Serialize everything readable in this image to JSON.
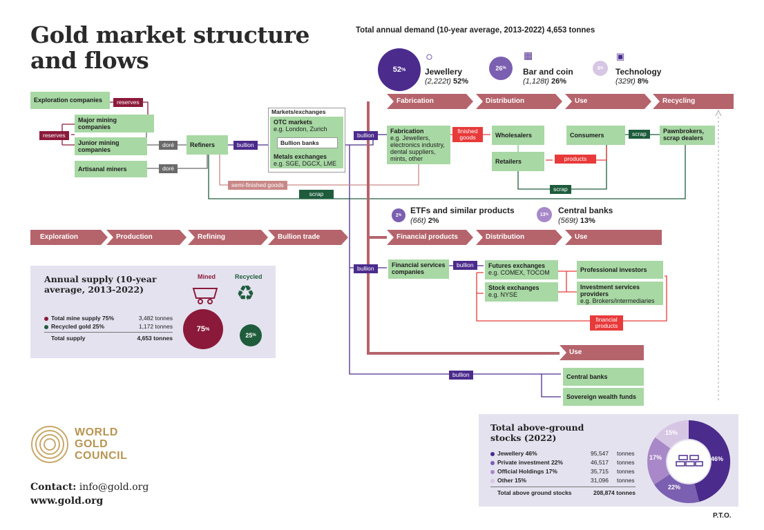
{
  "title_line1": "Gold market structure",
  "title_line2": "and flows",
  "demand_header": "Total annual demand (10-year average, 2013-2022) 4,653 tonnes",
  "demand": {
    "jewellery": {
      "pct": "52",
      "unit": "%",
      "label": "Jewellery",
      "tonnes": "(2,222t)",
      "share": "52%"
    },
    "bar_coin": {
      "pct": "26",
      "unit": "%",
      "label": "Bar and coin",
      "tonnes": "(1,128t)",
      "share": "26%"
    },
    "technology": {
      "pct": "8",
      "unit": "%",
      "label": "Technology",
      "tonnes": "(329t)",
      "share": "8%"
    },
    "etfs": {
      "pct": "2",
      "unit": "%",
      "label": "ETFs and similar products",
      "tonnes": "(66t)",
      "share": "2%"
    },
    "central_banks": {
      "pct": "13",
      "unit": "%",
      "label": "Central banks",
      "tonnes": "(569t)",
      "share": "13%"
    }
  },
  "top_chevrons": [
    "Fabrication",
    "Distribution",
    "Use",
    "Recycling"
  ],
  "mid_chevrons": [
    "Financial products",
    "Distribution",
    "Use"
  ],
  "supply_chevrons": [
    "Exploration",
    "Production",
    "Refining",
    "Bullion trade"
  ],
  "use_bottom": "Use",
  "boxes": {
    "exploration": "Exploration companies",
    "major": "Major mining companies",
    "junior": "Junior mining companies",
    "artisanal": "Artisanal miners",
    "refiners": "Refiners",
    "markets_title": "Markets/exchanges",
    "otc": "OTC markets",
    "otc_sub": "e.g. London, Zurich",
    "bullion_banks": "Bullion banks",
    "metals": "Metals exchanges",
    "metals_sub": "e.g. SGE, DGCX, LME",
    "fabrication": "Fabrication",
    "fabrication_sub": "e.g. Jewellers, electronics industry, dental suppliers, mints, other",
    "wholesalers": "Wholesalers",
    "retailers": "Retailers",
    "consumers": "Consumers",
    "pawnbrokers": "Pawnbrokers, scrap dealers",
    "fin_services": "Financial services companies",
    "futures": "Futures exchanges",
    "futures_sub": "e.g. COMEX, TOCOM",
    "stock": "Stock exchanges",
    "stock_sub": "e.g. NYSE",
    "professional": "Professional investors",
    "investment": "Investment services providers",
    "investment_sub": "e.g. Brokers/intermediaries",
    "cb": "Central banks",
    "swf": "Sovereign wealth funds"
  },
  "tags": {
    "reserves": "reserves",
    "dore": "doré",
    "bullion": "bullion",
    "semi": "semi-finished goods",
    "scrap": "scrap",
    "finished": "finished goods",
    "products": "products",
    "financial_products": "financial products"
  },
  "supply": {
    "title": "Annual supply (10-year average, 2013-2022)",
    "mined_label": "Mined",
    "recycled_label": "Recycled",
    "rows": [
      {
        "label": "Total mine supply 75%",
        "value": "3,482 tonnes",
        "color": "#8b1a3a"
      },
      {
        "label": "Recycled gold 25%",
        "value": "1,172 tonnes",
        "color": "#1e5c3c"
      }
    ],
    "total_label": "Total supply",
    "total_value": "4,653 tonnes",
    "mined_pct": "75",
    "recycled_pct": "25",
    "unit": "%"
  },
  "stocks": {
    "title": "Total above-ground stocks (2022)",
    "rows": [
      {
        "label": "Jewellery 46%",
        "value": "95,547",
        "unit": "tonnes",
        "color": "#4b2b8c"
      },
      {
        "label": "Private investment 22%",
        "value": "46,517",
        "unit": "tonnes",
        "color": "#7b5fb0"
      },
      {
        "label": "Official Holdings 17%",
        "value": "35,715",
        "unit": "tonnes",
        "color": "#a888c8"
      },
      {
        "label": "Other 15%",
        "value": "31,096",
        "unit": "tonnes",
        "color": "#d6c6e4"
      }
    ],
    "total_label": "Total above ground stocks",
    "total_value": "208,874 tonnes",
    "donut_labels": [
      "46%",
      "22%",
      "17%",
      "15%"
    ]
  },
  "logo": {
    "line1": "WORLD",
    "line2": "GOLD",
    "line3": "COUNCIL"
  },
  "contact_label": "Contact:",
  "contact_email": "info@gold.org",
  "website": "www.gold.org",
  "pto": "P.T.O.",
  "colors": {
    "green_box": "#a8d8a4",
    "chevron": "#b5646c",
    "maroon": "#8b1a3a",
    "purple": "#4b2b8c",
    "red": "#e83a3a",
    "dark_green": "#1e5c3c"
  }
}
